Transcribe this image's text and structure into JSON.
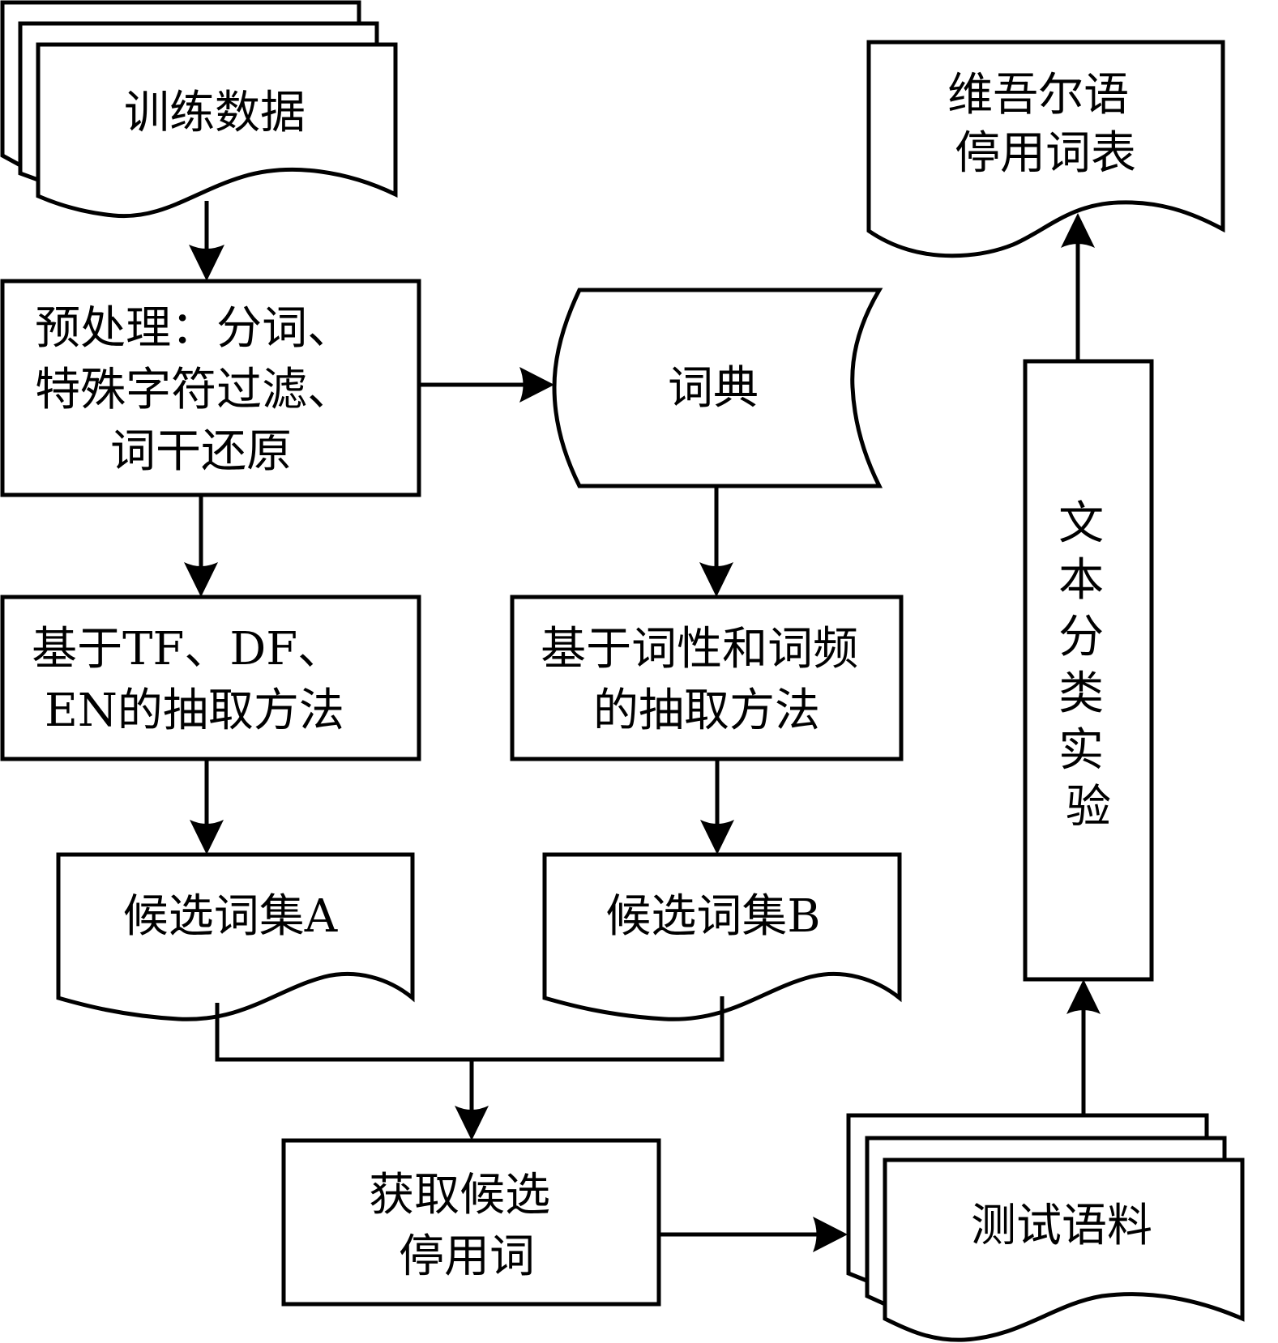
{
  "diagram": {
    "title": "Uyghur stop-word list construction flowchart",
    "colors": {
      "stroke": "#000000",
      "fill": "#ffffff",
      "background": "#ffffff"
    },
    "nodes": {
      "training_data": {
        "shape": "multi-document",
        "lines": [
          "训练数据"
        ]
      },
      "preprocess": {
        "shape": "process",
        "lines": [
          "预处理：分词、",
          "特殊字符过滤、",
          "词干还原"
        ]
      },
      "dictionary": {
        "shape": "stored-data",
        "lines": [
          "词典"
        ]
      },
      "method_a": {
        "shape": "process",
        "lines": [
          "基于TF、DF、",
          "EN的抽取方法"
        ]
      },
      "method_b": {
        "shape": "process",
        "lines": [
          "基于词性和词频",
          "的抽取方法"
        ]
      },
      "candidate_a": {
        "shape": "document",
        "lines": [
          "候选词集A"
        ]
      },
      "candidate_b": {
        "shape": "document",
        "lines": [
          "候选词集B"
        ]
      },
      "get_candidates": {
        "shape": "process",
        "lines": [
          "获取候选",
          "停用词"
        ]
      },
      "test_corpus": {
        "shape": "multi-document",
        "lines": [
          "测试语料"
        ]
      },
      "classification": {
        "shape": "process",
        "lines": [
          "文",
          "本",
          "分",
          "类",
          "实",
          "验"
        ]
      },
      "stopword_list": {
        "shape": "document",
        "lines": [
          "维吾尔语",
          "停用词表"
        ]
      }
    },
    "edges": [
      {
        "from": "training_data",
        "to": "preprocess"
      },
      {
        "from": "preprocess",
        "to": "dictionary"
      },
      {
        "from": "preprocess",
        "to": "method_a"
      },
      {
        "from": "dictionary",
        "to": "method_b"
      },
      {
        "from": "method_a",
        "to": "candidate_a"
      },
      {
        "from": "method_b",
        "to": "candidate_b"
      },
      {
        "from": [
          "candidate_a",
          "candidate_b"
        ],
        "to": "get_candidates"
      },
      {
        "from": "get_candidates",
        "to": "test_corpus"
      },
      {
        "from": "test_corpus",
        "to": "classification"
      },
      {
        "from": "classification",
        "to": "stopword_list"
      }
    ]
  }
}
